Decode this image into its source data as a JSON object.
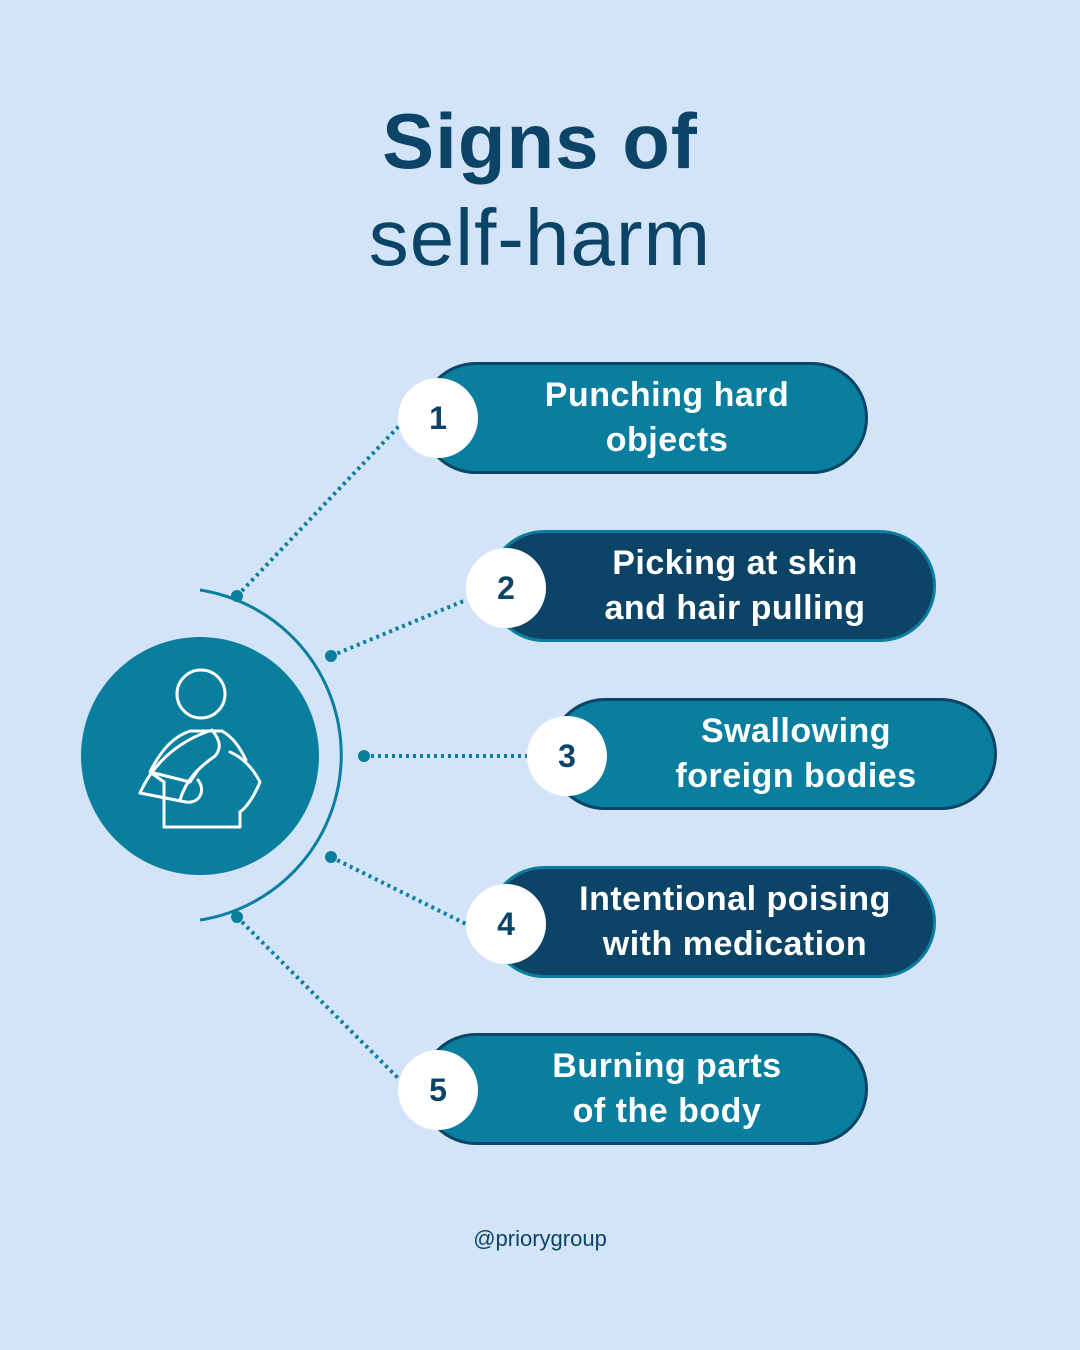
{
  "title": {
    "line1": "Signs of",
    "line2": "self-harm"
  },
  "center_icon": "arm-sling-person-icon",
  "items": [
    {
      "number": "1",
      "label": "Punching hard objects",
      "line1": "Punching hard",
      "line2": "objects"
    },
    {
      "number": "2",
      "label": "Picking at skin and hair pulling",
      "line1": "Picking at skin",
      "line2": "and hair pulling"
    },
    {
      "number": "3",
      "label": "Swallowing foreign bodies",
      "line1": "Swallowing",
      "line2": "foreign bodies"
    },
    {
      "number": "4",
      "label": "Intentional poising with medication",
      "line1": "Intentional poising",
      "line2": "with medication"
    },
    {
      "number": "5",
      "label": "Burning parts of the body",
      "line1": "Burning parts",
      "line2": "of the body"
    }
  ],
  "footer": {
    "handle": "@priorygroup"
  },
  "colors": {
    "background": "#d3e4f8",
    "navy": "#0b4466",
    "teal": "#0a7e9e",
    "white": "#ffffff"
  }
}
